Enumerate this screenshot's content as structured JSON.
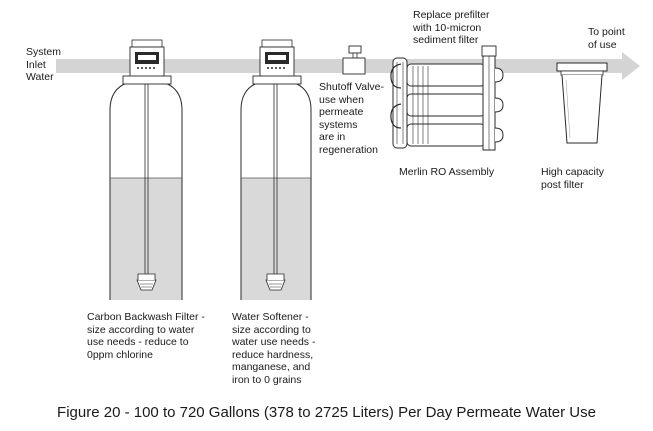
{
  "labels": {
    "system_inlet": "System\nInlet\nWater",
    "prefilter": "Replace prefilter\nwith 10-micron\nsediment filter",
    "point_of_use": "To point\nof use",
    "shutoff_valve": "Shutoff Valve-\nuse when\npermeate\nsystems\nare in\nregeneration",
    "ro_assembly": "Merlin RO Assembly",
    "post_filter": "High capacity\npost filter",
    "carbon_filter": "Carbon Backwash Filter -\nsize according to water\nuse needs - reduce to\n0ppm chlorine",
    "water_softener": "Water Softener -\nsize according to\nwater use needs -\nreduce hardness,\nmanganese, and\niron to 0 grains"
  },
  "caption": "Figure 20 - 100 to 720 Gallons (378 to 2725 Liters) Per Day Permeate Water Use",
  "colors": {
    "flow_arrow": "#d4d4d4",
    "media_fill": "#d9d9d9",
    "outline": "#2a2a2a"
  }
}
